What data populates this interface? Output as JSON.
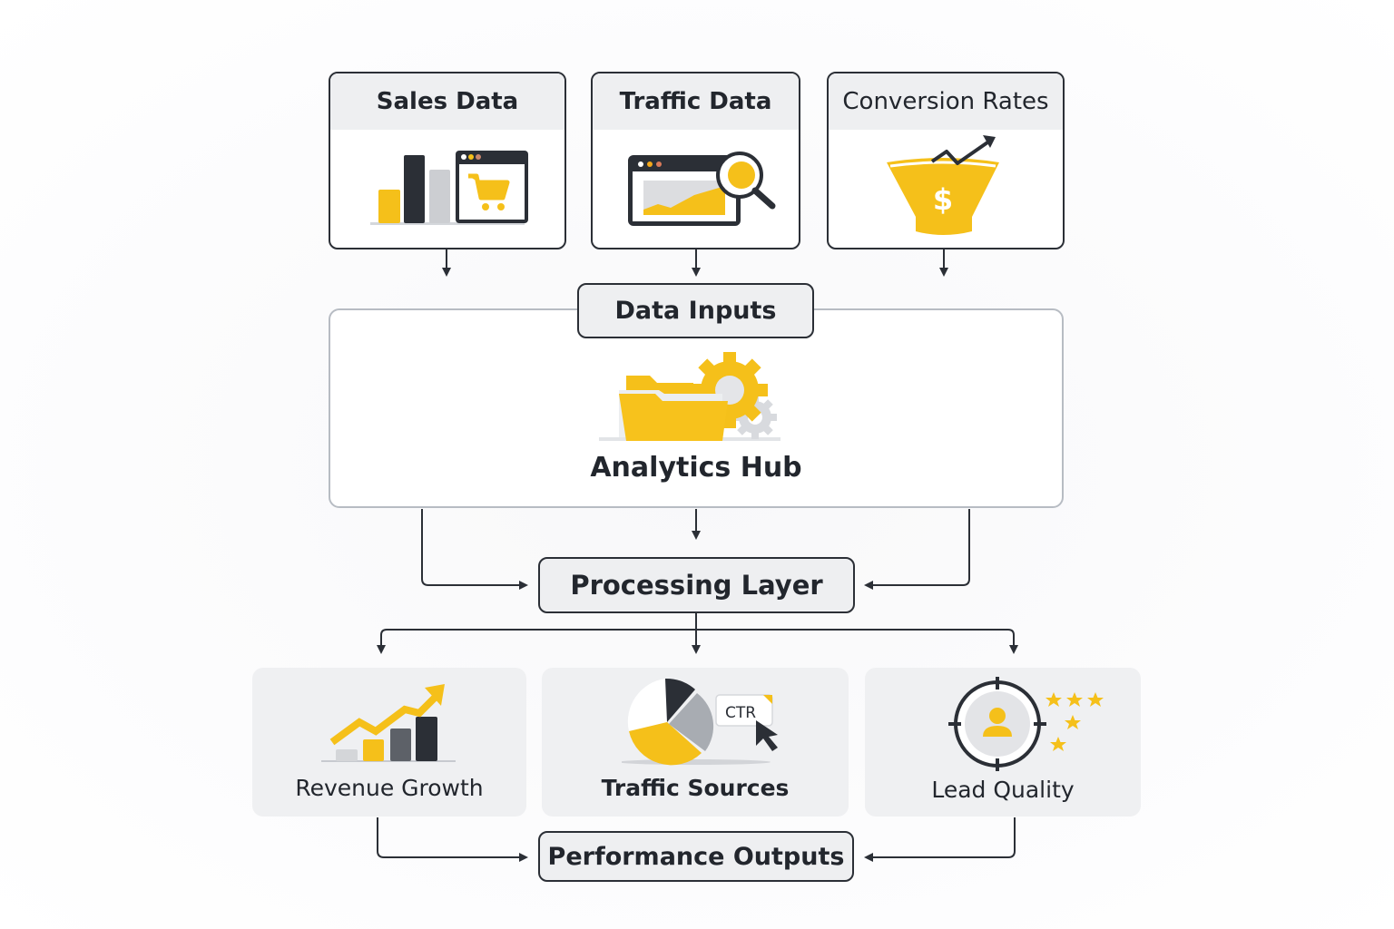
{
  "colors": {
    "accent_yellow": "#f5c01a",
    "dark": "#2b2f36",
    "gray": "#c9ccd1",
    "panel": "#eeeff1"
  },
  "inputs": [
    {
      "title": "Sales Data",
      "icon": "bar-chart-cart-icon"
    },
    {
      "title": "Traffic Data",
      "icon": "browser-magnifier-icon"
    },
    {
      "title": "Conversion Rates",
      "icon": "funnel-dollar-icon"
    }
  ],
  "data_inputs": {
    "label": "Data Inputs"
  },
  "hub": {
    "label": "Analytics Hub",
    "icon": "folder-gear-icon"
  },
  "processing": {
    "label": "Processing Layer"
  },
  "outputs": [
    {
      "title": "Revenue Growth",
      "icon": "growth-chart-icon"
    },
    {
      "title": "Traffic Sources",
      "icon": "pie-ctr-icon",
      "badge": "CTR"
    },
    {
      "title": "Lead Quality",
      "icon": "target-user-stars-icon"
    }
  ],
  "performance": {
    "label": "Performance Outputs"
  }
}
